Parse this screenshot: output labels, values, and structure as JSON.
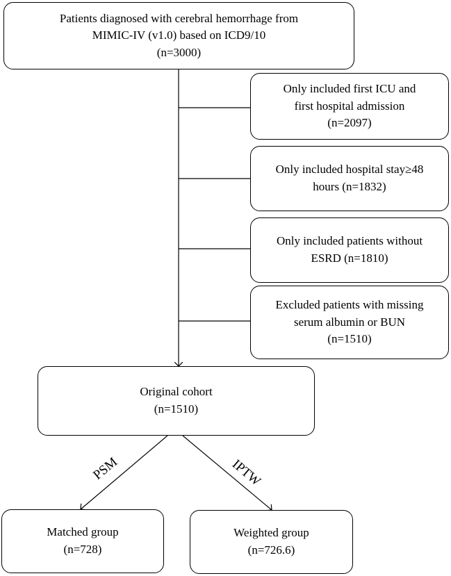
{
  "source_box": {
    "line1": "Patients diagnosed with cerebral hemorrhage from",
    "line2": "MIMIC-IV (v1.0) based on ICD9/10",
    "line3": "(n=3000)"
  },
  "criteria": [
    {
      "line1": "Only included first ICU and",
      "line2": "first hospital admission",
      "line3": "(n=2097)"
    },
    {
      "line1": "Only included hospital stay≥48",
      "line2": "hours (n=1832)"
    },
    {
      "line1": "Only included patients without",
      "line2": "ESRD (n=1810)"
    },
    {
      "line1": "Excluded patients with missing",
      "line2": "serum albumin or BUN",
      "line3": "(n=1510)"
    }
  ],
  "cohort_box": {
    "line1": "Original cohort",
    "line2": "(n=1510)"
  },
  "branches": {
    "left_label": "PSM",
    "right_label": "IPTW"
  },
  "matched_box": {
    "line1": "Matched group",
    "line2": "(n=728)"
  },
  "weighted_box": {
    "line1": "Weighted group",
    "line2": "(n=726.6)"
  }
}
